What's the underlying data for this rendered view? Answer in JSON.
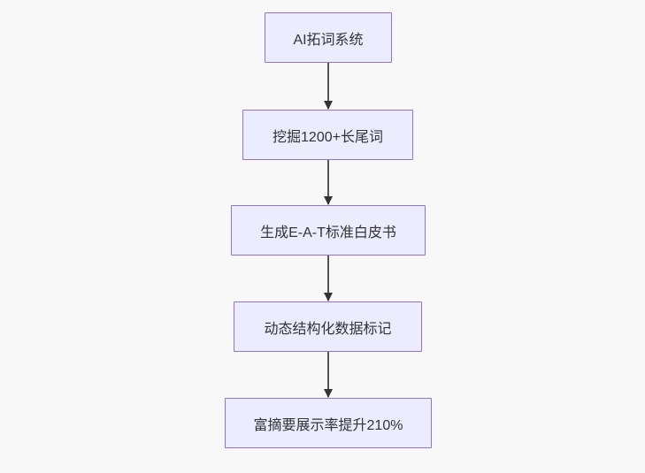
{
  "diagram": {
    "type": "flowchart",
    "direction": "top-down",
    "nodes": [
      {
        "id": "node-1",
        "label": "AI拓词系统"
      },
      {
        "id": "node-2",
        "label": "挖掘1200+长尾词"
      },
      {
        "id": "node-3",
        "label": "生成E-A-T标准白皮书"
      },
      {
        "id": "node-4",
        "label": "动态结构化数据标记"
      },
      {
        "id": "node-5",
        "label": "富摘要展示率提升210%"
      }
    ],
    "edges": [
      {
        "from": "node-1",
        "to": "node-2",
        "style": "arrow-down"
      },
      {
        "from": "node-2",
        "to": "node-3",
        "style": "arrow-down"
      },
      {
        "from": "node-3",
        "to": "node-4",
        "style": "arrow-down"
      },
      {
        "from": "node-4",
        "to": "node-5",
        "style": "arrow-down"
      }
    ],
    "colors": {
      "node_fill": "#ececff",
      "node_border": "#9370db",
      "node_text": "#333333",
      "edge_line": "#555555",
      "edge_arrowhead": "#333333",
      "background": "#f8f8f8"
    }
  }
}
